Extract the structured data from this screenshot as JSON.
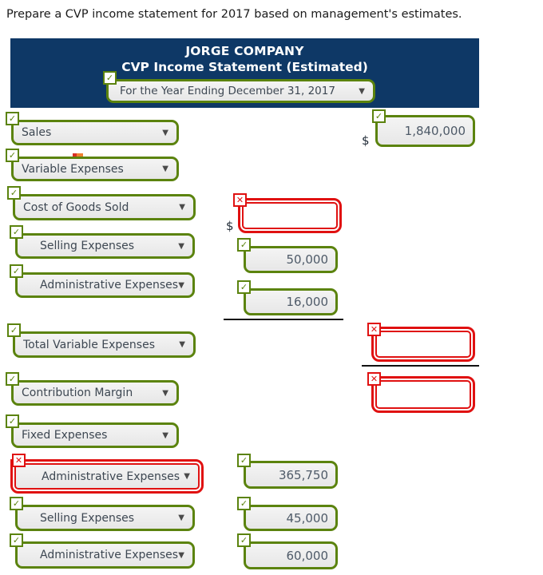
{
  "instruction": "Prepare a CVP income statement for 2017 based on management's estimates.",
  "header": {
    "company": "JORGE COMPANY",
    "title": "CVP Income Statement (Estimated)",
    "period": "For the Year Ending December 31, 2017",
    "period_status": "correct"
  },
  "icons": {
    "correct": "✓",
    "incorrect": "✕",
    "dropdown_arrow": "▼"
  },
  "statement": {
    "sales": {
      "label": "Sales",
      "label_status": "correct",
      "currency": "$",
      "amount": "1,840,000",
      "amount_status": "correct"
    },
    "variable_expenses": {
      "label": "Variable Expenses",
      "label_status": "correct"
    },
    "cost_of_goods_sold": {
      "label": "Cost of Goods Sold",
      "label_status": "correct",
      "currency": "$",
      "amount": "",
      "amount_status": "incorrect"
    },
    "selling_expenses_variable": {
      "label": "Selling Expenses",
      "label_status": "correct",
      "amount": "50,000",
      "amount_status": "correct"
    },
    "administrative_expenses_variable": {
      "label": "Administrative Expenses",
      "label_status": "correct",
      "amount": "16,000",
      "amount_status": "correct"
    },
    "total_variable_expenses": {
      "label": "Total Variable Expenses",
      "label_status": "correct",
      "amount": "",
      "amount_status": "incorrect"
    },
    "contribution_margin": {
      "label": "Contribution Margin",
      "label_status": "correct",
      "amount": "",
      "amount_status": "incorrect"
    },
    "fixed_expenses": {
      "label": "Fixed Expenses",
      "label_status": "correct"
    },
    "administrative_expenses_fixed_1": {
      "label": "Administrative Expenses",
      "label_status": "incorrect",
      "amount": "365,750",
      "amount_status": "correct"
    },
    "selling_expenses_fixed": {
      "label": "Selling Expenses",
      "label_status": "correct",
      "amount": "45,000",
      "amount_status": "correct"
    },
    "administrative_expenses_fixed_2": {
      "label": "Administrative Expenses",
      "label_status": "correct",
      "amount": "60,000",
      "amount_status": "correct"
    }
  },
  "colors": {
    "green": "#5b830e",
    "red": "#e01111",
    "navy": "#0e3866"
  }
}
